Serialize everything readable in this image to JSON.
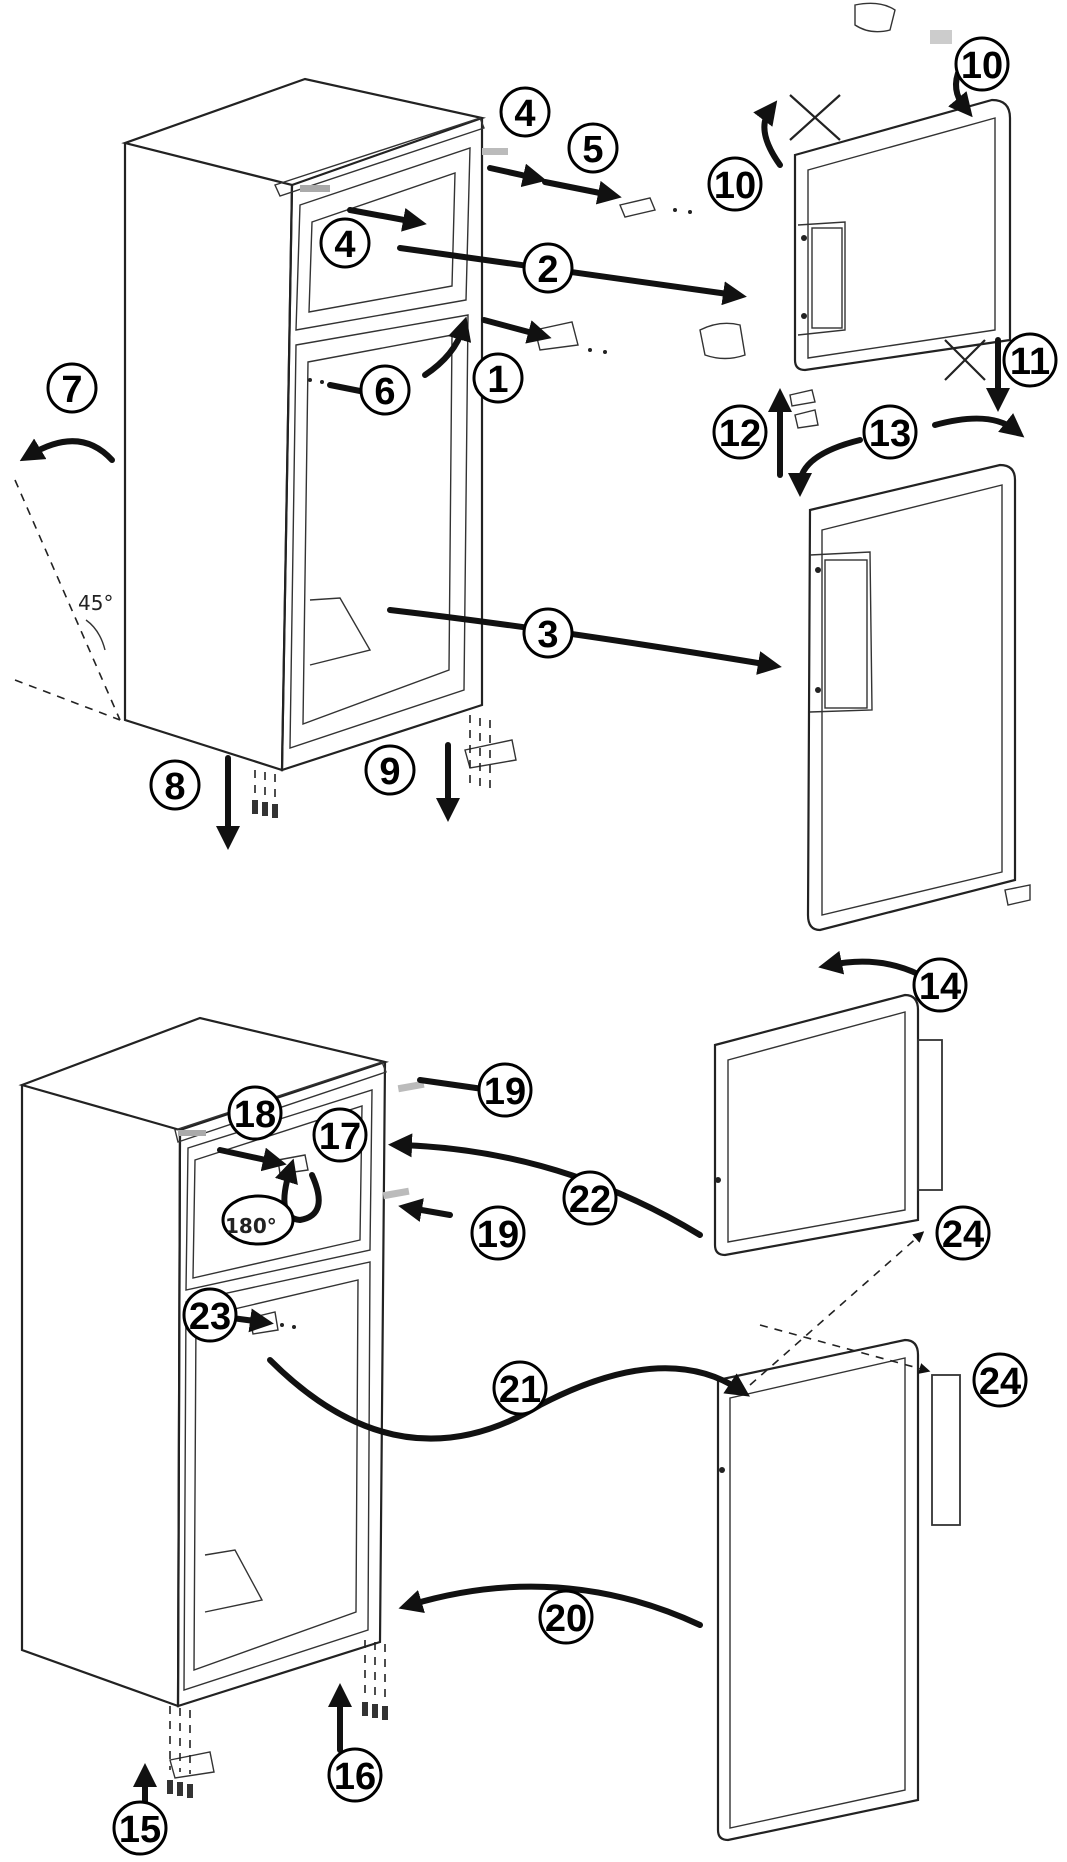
{
  "callouts": {
    "c1": "1",
    "c2": "2",
    "c3": "3",
    "c4a": "4",
    "c4b": "4",
    "c5": "5",
    "c6": "6",
    "c7": "7",
    "c8": "8",
    "c9": "9",
    "c10a": "10",
    "c10b": "10",
    "c11": "11",
    "c12": "12",
    "c13": "13",
    "c14": "14",
    "c15": "15",
    "c16": "16",
    "c17": "17",
    "c18": "18",
    "c19a": "19",
    "c19b": "19",
    "c20": "20",
    "c21": "21",
    "c22": "22",
    "c23": "23",
    "c24a": "24",
    "c24b": "24"
  },
  "angles": {
    "tilt": "45°",
    "rotate": "180°"
  }
}
